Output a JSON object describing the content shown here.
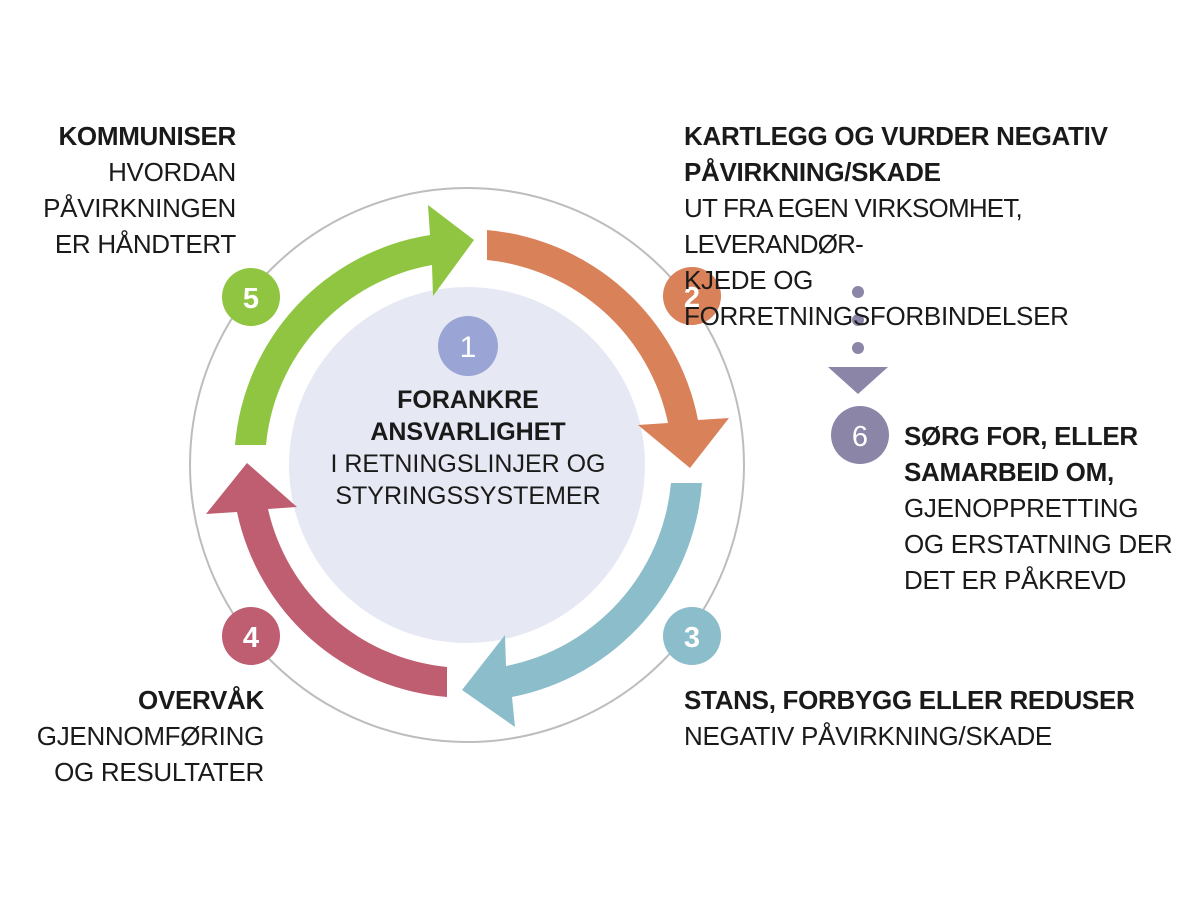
{
  "colors": {
    "step1": "#9aa5d5",
    "center_fill": "#e6e9f3",
    "outer_ring": "#bdbdbd",
    "step2": "#d98159",
    "step3": "#8bbdca",
    "step4": "#bf5e70",
    "step5": "#8fc540",
    "step6": "#8b86a8"
  },
  "steps": {
    "s1": {
      "number": "1",
      "title_1": "FORANKRE",
      "title_2": "ANSVARLIGHET",
      "text_1": "I RETNINGSLINJER OG",
      "text_2": "STYRINGSSYSTEMER"
    },
    "s2": {
      "number": "2",
      "title_1": "KARTLEGG OG VURDER NEGATIV",
      "title_2": "PÅVIRKNING/SKADE",
      "text_1": "UT FRA EGEN VIRKSOMHET, LEVERANDØR-",
      "text_2": "KJEDE OG FORRETNINGSFORBINDELSER"
    },
    "s3": {
      "number": "3",
      "title_1": "STANS, FORBYGG ELLER REDUSER",
      "text_1": "NEGATIV PÅVIRKNING/SKADE"
    },
    "s4": {
      "number": "4",
      "title_1": "OVERVÅK",
      "text_1": "GJENNOMFØRING",
      "text_2": "OG RESULTATER"
    },
    "s5": {
      "number": "5",
      "title_1": "KOMMUNISER",
      "text_1": "HVORDAN",
      "text_2": "PÅVIRKNINGEN",
      "text_3": "ER HÅNDTERT"
    },
    "s6": {
      "number": "6",
      "title_1": "SØRG FOR, ELLER",
      "title_2": "SAMARBEID OM,",
      "text_1": "GJENOPPRETTING",
      "text_2": "OG ERSTATNING DER",
      "text_3": "DET ER PÅKREVD"
    }
  }
}
